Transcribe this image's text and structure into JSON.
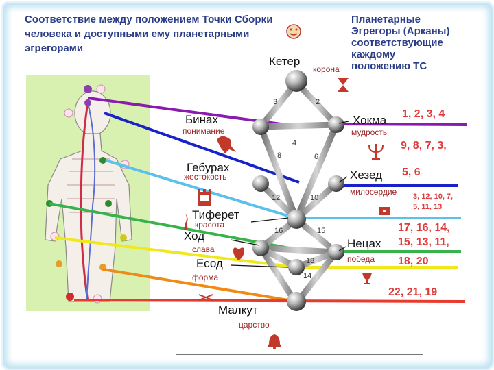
{
  "title_left": {
    "line1": "Соответствие между положением Точки Сборки",
    "line2": "человека и доступными ему планетарными эгрегорами"
  },
  "title_right": [
    "Планетарные",
    "Эгрегоры (Арканы)",
    "соответствующие",
    "каждому",
    "положению ТС"
  ],
  "sephirot": [
    {
      "name": "Кетер",
      "sub": "корона"
    },
    {
      "name": "Хокма",
      "sub": "мудрость"
    },
    {
      "name": "Бинах",
      "sub": "понимание"
    },
    {
      "name": "Хезед",
      "sub": "милосердие"
    },
    {
      "name": "Гебурах",
      "sub": "жестокость"
    },
    {
      "name": "Тиферет",
      "sub": "красота"
    },
    {
      "name": "Нецах",
      "sub": "победа"
    },
    {
      "name": "Ход",
      "sub": "слава"
    },
    {
      "name": "Есод",
      "sub": "форма"
    },
    {
      "name": "Малкут",
      "sub": "царство"
    }
  ],
  "arcana": [
    "1, 2, 3, 4",
    "9, 8, 7, 3,",
    "5, 6",
    "3, 12, 10, 7,",
    "5, 11, 13",
    "17, 16, 14,",
    "15, 13, 11,",
    "18, 20",
    "22, 21, 19"
  ],
  "path_numbers": [
    "3",
    "2",
    "4",
    "6",
    "8",
    "12",
    "10",
    "16",
    "15",
    "18",
    "14"
  ],
  "colors": {
    "title": "#2b3d86",
    "arcana": "#e03a3a",
    "level_violet": "#8a1ab0",
    "level_blue": "#1822c8",
    "level_lightblue": "#5cc0ea",
    "level_green": "#38b24a",
    "level_yellow": "#f0e81a",
    "level_orange": "#f08a16",
    "level_red": "#e83a2e",
    "body_panel": "#d8f0b0"
  },
  "icons": [
    "smiley-icon",
    "hourglass-icon",
    "lion-icon",
    "candelabra-icon",
    "castle-icon",
    "torch-icon",
    "heart-icon",
    "scales-icon",
    "cup-icon",
    "flag-icon",
    "bell-icon"
  ]
}
